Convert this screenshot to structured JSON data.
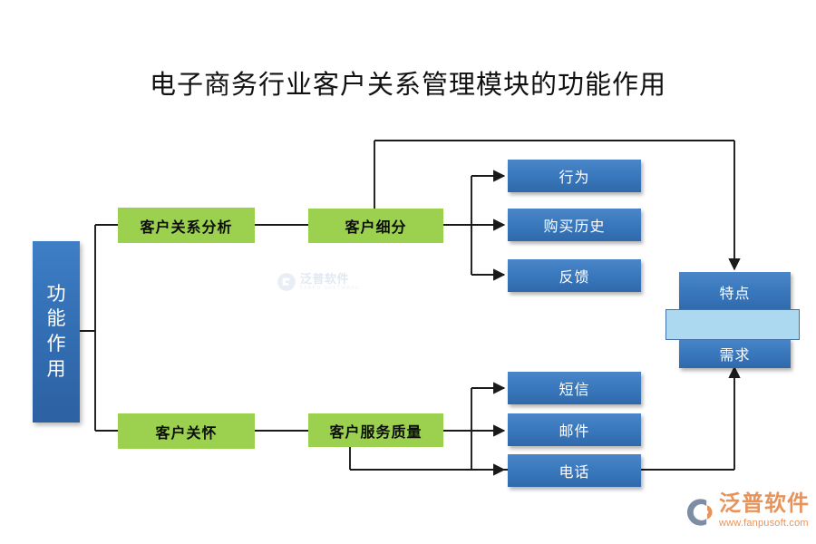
{
  "title": "电子商务行业客户关系管理模块的功能作用",
  "colors": {
    "background": "#FFFFFF",
    "green_node": "#9BD14F",
    "blue_node_top": "#4A86C8",
    "blue_node_bottom": "#2F69AB",
    "root_node_top": "#3F7FC6",
    "root_node_bottom": "#2C61A2",
    "highlight_band": "#ACD8F0",
    "highlight_border": "#4472A8",
    "connector_line": "#1A1A1A",
    "title_text": "#111111",
    "logo_orange": "#E8935A"
  },
  "root": {
    "label": "功能作用",
    "characters": [
      "功",
      "能",
      "作",
      "用"
    ]
  },
  "branches": [
    {
      "id": "analysis",
      "label": "客户关系分析",
      "child": {
        "id": "segmentation",
        "label": "客户细分",
        "leaves": [
          {
            "id": "behavior",
            "label": "行为"
          },
          {
            "id": "purchase-history",
            "label": "购买历史"
          },
          {
            "id": "feedback",
            "label": "反馈"
          }
        ]
      }
    },
    {
      "id": "care",
      "label": "客户关怀",
      "child": {
        "id": "service-quality",
        "label": "客户服务质量",
        "leaves": [
          {
            "id": "sms",
            "label": "短信"
          },
          {
            "id": "email",
            "label": "邮件"
          },
          {
            "id": "phone",
            "label": "电话"
          }
        ]
      }
    }
  ],
  "outcomes": [
    {
      "id": "traits",
      "label": "特点"
    },
    {
      "id": "demand",
      "label": "需求"
    }
  ],
  "watermark": {
    "cn": "泛普软件",
    "en": "FANPU SOFTWARE"
  },
  "logo": {
    "cn": "泛普软件",
    "url": "www.fanpusoft.com"
  }
}
